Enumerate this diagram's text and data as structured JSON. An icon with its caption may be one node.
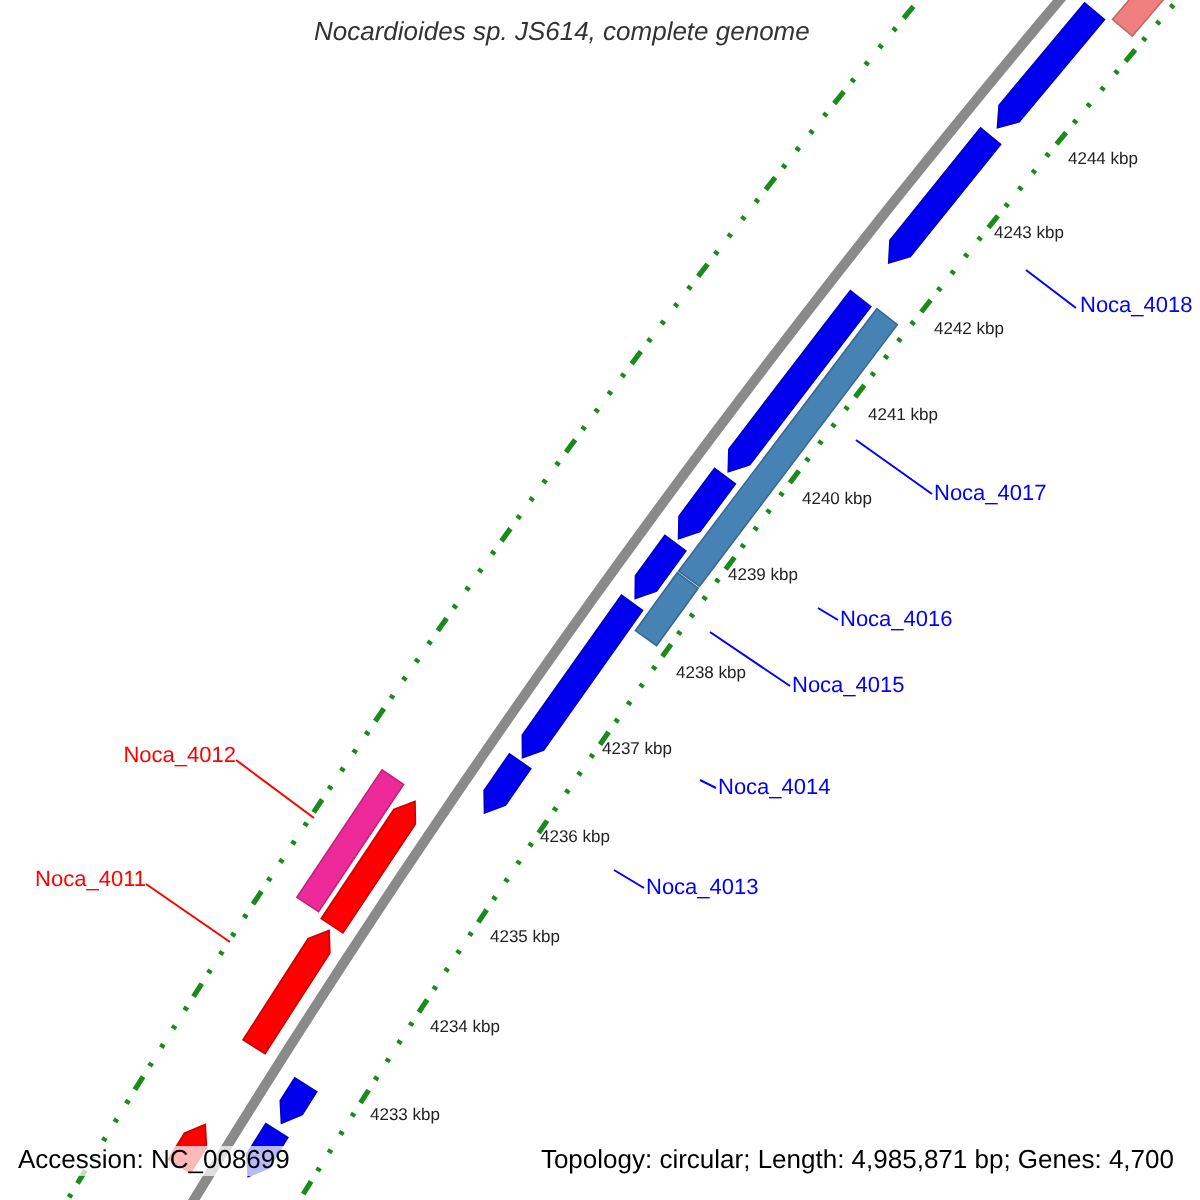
{
  "diagram": {
    "title": "Nocardioides sp. JS614, complete genome",
    "nodes": [
      {
        "text": [
          "Noca_4018"
        ]
      },
      {
        "text": [
          "Noca_4017"
        ]
      },
      {
        "text": [
          "Noca_4016"
        ]
      },
      {
        "text": [
          "Noca_4015"
        ]
      },
      {
        "text": [
          "Noca_4012"
        ]
      },
      {
        "text": [
          "Noca_4014"
        ]
      },
      {
        "text": [
          "Noca_4011"
        ]
      },
      {
        "text": [
          "Noca_4013"
        ]
      }
    ],
    "edges": [
      {
        "from": 0,
        "to": null,
        "arrow": "none"
      },
      {
        "from": 1,
        "to": null,
        "arrow": "none"
      },
      {
        "from": 2,
        "to": null,
        "arrow": "none"
      },
      {
        "from": 3,
        "to": null,
        "arrow": "none"
      },
      {
        "from": 4,
        "to": null,
        "arrow": "none",
        "color": "#ff0000"
      },
      {
        "from": 5,
        "to": null,
        "arrow": "none"
      },
      {
        "from": 6,
        "to": null,
        "arrow": "none",
        "color": "#ff0000"
      },
      {
        "from": 7,
        "to": null,
        "arrow": "none"
      }
    ],
    "labels": [
      "4244 kbp",
      "4243 kbp",
      "4242 kbp",
      "4241 kbp",
      "4240 kbp",
      "4239 kbp",
      "4238 kbp",
      "4237 kbp",
      "4236 kbp",
      "4235 kbp",
      "4234 kbp",
      "4233 kbp",
      "Accession: NC_008699",
      "Topology: circular; Length: 4,985,871 bp; Genes: 4,700"
    ]
  }
}
